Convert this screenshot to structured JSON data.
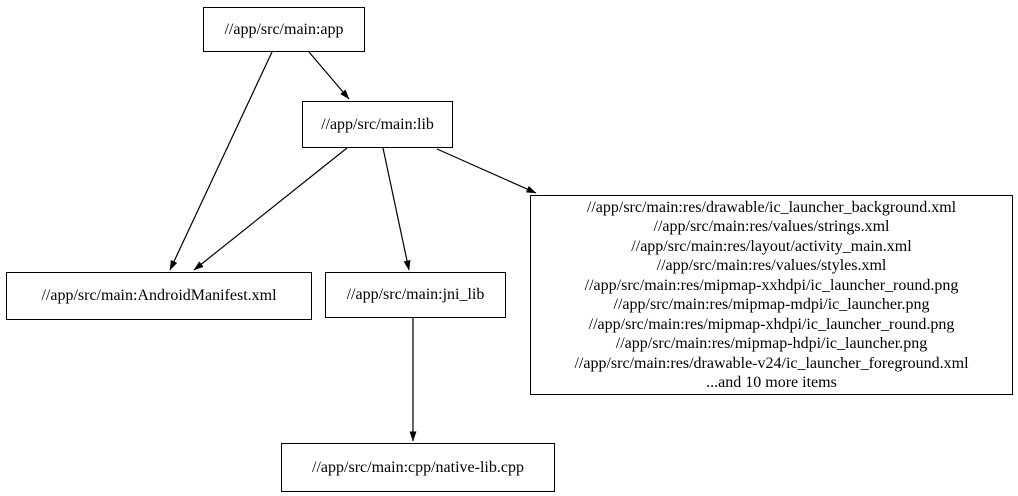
{
  "diagram": {
    "type": "dependency-graph",
    "colors": {
      "background": "#ffffff",
      "node_fill": "#ffffff",
      "node_border": "#000000",
      "edge": "#000000",
      "text": "#000000"
    },
    "nodes": [
      {
        "id": "app",
        "label": "//app/src/main:app"
      },
      {
        "id": "lib",
        "label": "//app/src/main:lib"
      },
      {
        "id": "manifest",
        "label": "//app/src/main:AndroidManifest.xml"
      },
      {
        "id": "jni_lib",
        "label": "//app/src/main:jni_lib"
      },
      {
        "id": "res",
        "lines": [
          "//app/src/main:res/drawable/ic_launcher_background.xml",
          "//app/src/main:res/values/strings.xml",
          "//app/src/main:res/layout/activity_main.xml",
          "//app/src/main:res/values/styles.xml",
          "//app/src/main:res/mipmap-xxhdpi/ic_launcher_round.png",
          "//app/src/main:res/mipmap-mdpi/ic_launcher.png",
          "//app/src/main:res/mipmap-xhdpi/ic_launcher_round.png",
          "//app/src/main:res/mipmap-hdpi/ic_launcher.png",
          "//app/src/main:res/drawable-v24/ic_launcher_foreground.xml",
          "...and 10 more items"
        ]
      },
      {
        "id": "native",
        "label": "//app/src/main:cpp/native-lib.cpp"
      }
    ],
    "edges": [
      {
        "from": "app",
        "to": "lib",
        "points": [
          [
            309,
            52
          ],
          [
            349,
            99
          ]
        ]
      },
      {
        "from": "app",
        "to": "manifest",
        "points": [
          [
            272,
            52
          ],
          [
            170,
            270
          ]
        ]
      },
      {
        "from": "lib",
        "to": "manifest",
        "points": [
          [
            347,
            148
          ],
          [
            194,
            270
          ]
        ]
      },
      {
        "from": "lib",
        "to": "jni_lib",
        "points": [
          [
            383,
            148
          ],
          [
            409,
            270
          ]
        ]
      },
      {
        "from": "lib",
        "to": "res",
        "points": [
          [
            437,
            149
          ],
          [
            536,
            193
          ]
        ]
      },
      {
        "from": "jni_lib",
        "to": "native",
        "points": [
          [
            413,
            318
          ],
          [
            413,
            441
          ]
        ]
      }
    ]
  }
}
